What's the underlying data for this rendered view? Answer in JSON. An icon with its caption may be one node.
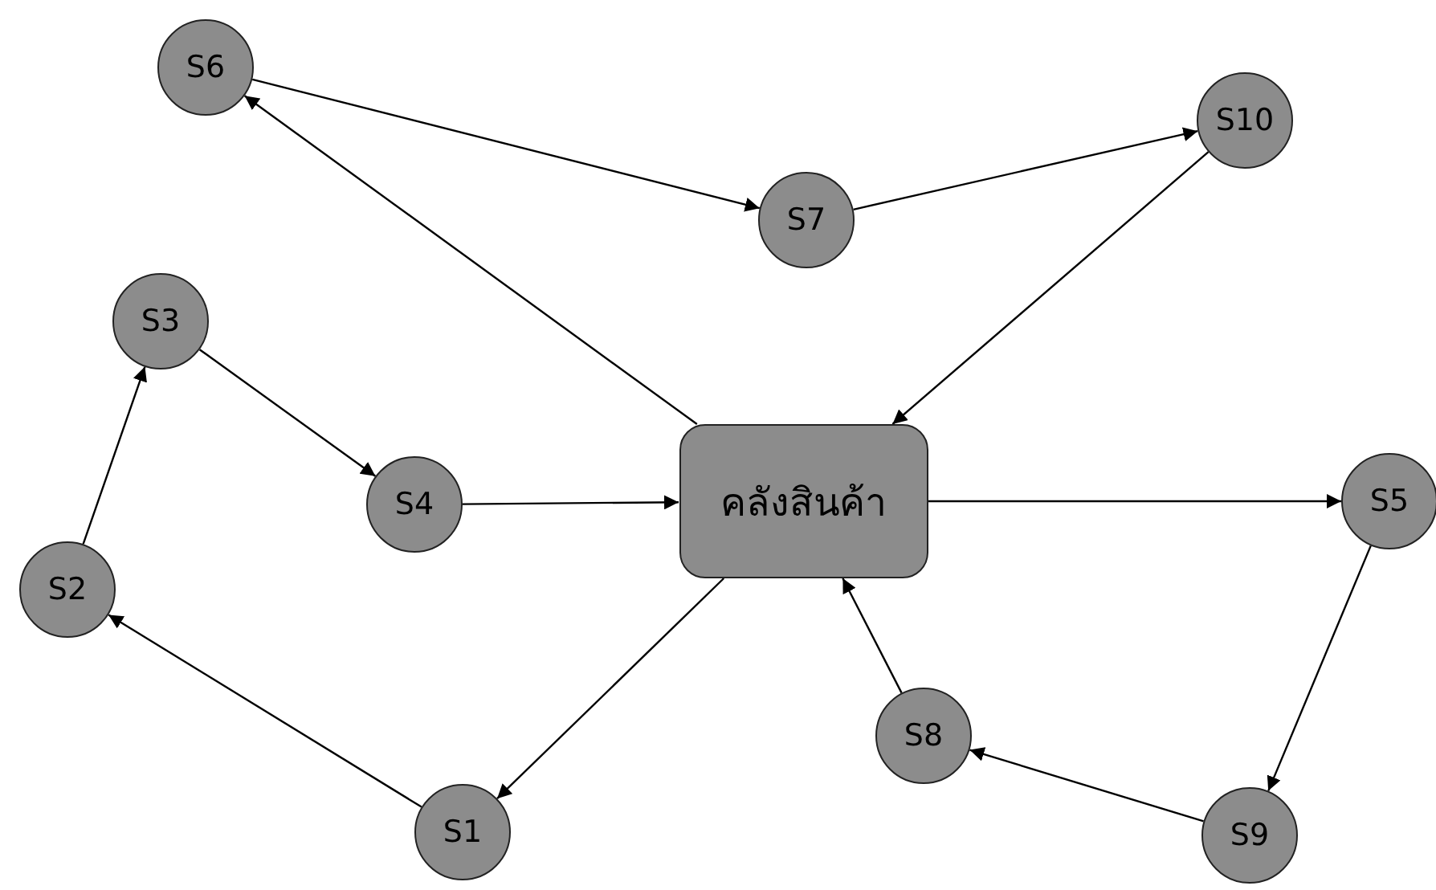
{
  "diagram": {
    "nodes": [
      {
        "text": [
          "S6"
        ]
      },
      {
        "text": [
          "S10"
        ]
      },
      {
        "text": [
          "S7"
        ]
      },
      {
        "text": [
          "S3"
        ]
      },
      {
        "text": [
          "S4"
        ]
      },
      {
        "text": [
          "คลังสินค้า"
        ]
      },
      {
        "text": [
          "S5"
        ]
      },
      {
        "text": [
          "S2"
        ]
      },
      {
        "text": [
          "S8"
        ]
      },
      {
        "text": [
          "S1"
        ]
      },
      {
        "text": [
          "S9"
        ]
      }
    ],
    "edges": [
      {
        "from": 5,
        "to": 0,
        "arrow": "to"
      },
      {
        "from": 0,
        "to": 2,
        "arrow": "to"
      },
      {
        "from": 2,
        "to": 1,
        "arrow": "to"
      },
      {
        "from": 1,
        "to": 5,
        "arrow": "to"
      },
      {
        "from": 3,
        "to": 4,
        "arrow": "to"
      },
      {
        "from": 4,
        "to": 5,
        "arrow": "to"
      },
      {
        "from": 5,
        "to": 6,
        "arrow": "to"
      },
      {
        "from": 6,
        "to": 10,
        "arrow": "to"
      },
      {
        "from": 10,
        "to": 8,
        "arrow": "to"
      },
      {
        "from": 8,
        "to": 5,
        "arrow": "to"
      },
      {
        "from": 5,
        "to": 9,
        "arrow": "to"
      },
      {
        "from": 9,
        "to": 7,
        "arrow": "to"
      },
      {
        "from": 7,
        "to": 3,
        "arrow": "to"
      }
    ]
  }
}
